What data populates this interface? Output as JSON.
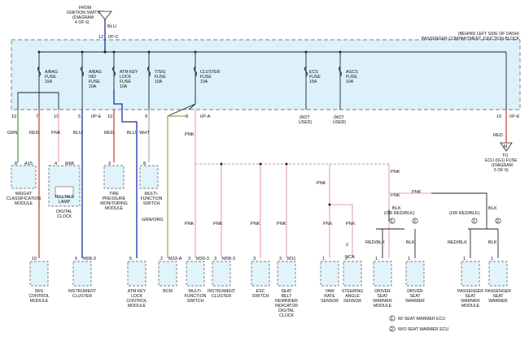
{
  "header": {
    "source_line1": "FROM",
    "source_line2": "IGNITION SWITCH",
    "source_line3": "(DIAGRAM",
    "source_line4": "4 OF 6)",
    "source_wire": "BLU",
    "source_pin": "12",
    "source_conn": "I/P-C",
    "jb_line1": "(BEHIND LEFT SIDE OF DASH)",
    "jb_line2": "PASSENGER COMPARTMENT JUNCTION BLOCK"
  },
  "fuses": [
    {
      "l1": "A/BAG",
      "l2": "FUSE",
      "l3": "15A"
    },
    {
      "l1": "A/BAG",
      "l2": "IND",
      "l3": "FUSE",
      "l4": "10A"
    },
    {
      "l1": "ATM KEY",
      "l2": "LOCK",
      "l3": "FUSE",
      "l4": "10A"
    },
    {
      "l1": "T/SIG",
      "l2": "FUSE",
      "l3": "10A"
    },
    {
      "l1": "CLUSTER",
      "l2": "FUSE",
      "l3": "10A"
    },
    {
      "l1": "ECS",
      "l2": "FUSE",
      "l3": "15A"
    },
    {
      "l1": "AGCS",
      "l2": "FUSE",
      "l3": "10A"
    }
  ],
  "jb_pins": {
    "p10": "10",
    "p7": "7",
    "p19": "19",
    "p5": "5",
    "p10b": "10",
    "p9": "9",
    "p8": "8",
    "conn_e": "I/P-E",
    "conn_a": "I/P-A",
    "p10c": "10",
    "conn_k": "I/P-K",
    "not_used_1": "(NOT",
    "not_used_2": "USED)",
    "not_used_3": "(NOT",
    "not_used_4": "USED)"
  },
  "ecu_ref": {
    "l1": "TO",
    "l2": "ECU (IG1) FUSE",
    "l3": "(DIAGRAM",
    "l4": "5 OF 6)",
    "wire": "RED",
    "flag": "M"
  },
  "wire_colors": {
    "grn": "GRN",
    "red": "RED",
    "pnk": "PNK",
    "blu": "BLU",
    "red2": "RED",
    "blu2": "BLU",
    "wht": "WHT",
    "grn_org": "GRN/ORG",
    "blk": "BLK",
    "blk_or_redblk": "BLK",
    "or_redblk": "(OR RED/BLK)",
    "red_blk": "RED/BLK",
    "ncr": "NCA"
  },
  "upper_components": [
    {
      "pin": "8",
      "conn": "A15",
      "l1": "WEIGHT",
      "l2": "CLASSIFICATION",
      "l3": "MODULE"
    },
    {
      "pin": "4",
      "conn": "M98",
      "l1": "TELLTALE",
      "l2": "LAMP",
      "l3": "DIGITAL",
      "l4": "CLOCK"
    },
    {
      "pin": "3",
      "l1": "TIRE",
      "l2": "PRESSURE",
      "l3": "MONITORING",
      "l4": "MODULE"
    },
    {
      "pin": "8",
      "l1": "MULTI-",
      "l2": "FUNCTION",
      "l3": "SWITCH"
    }
  ],
  "lower_components": [
    {
      "pin": "10",
      "l1": "SRS",
      "l2": "CONTROL",
      "l3": "MODULE"
    },
    {
      "pin": "6",
      "conn": "M08-3",
      "l1": "INSTRUMENT",
      "l2": "CLUSTER"
    },
    {
      "pin": "5",
      "l1": "ATM KEY",
      "l2": "LOCK",
      "l3": "CONTROL",
      "l4": "MODULE"
    },
    {
      "pin": "2",
      "conn": "M33-A",
      "l1": "BCM"
    },
    {
      "pin": "3",
      "conn": "M30-3",
      "l1": "MULTI-",
      "l2": "FUNCTION",
      "l3": "SWITCH"
    },
    {
      "pin": "3",
      "conn": "M08-3",
      "l1": "INSTRUMENT",
      "l2": "CLUSTER"
    },
    {
      "pin": "3",
      "l1": "ESC",
      "l2": "SWITCH"
    },
    {
      "pin": "3",
      "conn": "M11",
      "l1": "SEAT",
      "l2": "BELT",
      "l3": "REMINDER",
      "l4": "INDICATOR",
      "l5": "DIGITAL",
      "l6": "CLOCK"
    },
    {
      "pin": "1",
      "l1": "YAW",
      "l2": "RATE",
      "l3": "SENSOR"
    },
    {
      "pin": "2",
      "l1": "STEERING",
      "l2": "ANGLE",
      "l3": "SENSOR"
    },
    {
      "pin": "1",
      "l1": "DRIVER",
      "l2": "SEAT",
      "l3": "WARMER",
      "l4": "MODULE"
    },
    {
      "pin": "1",
      "l1": "DRIVER",
      "l2": "SEAT",
      "l3": "WARMER"
    },
    {
      "pin": "1",
      "l1": "PASSENGER",
      "l2": "SEAT",
      "l3": "WARMER",
      "l4": "MODULE"
    },
    {
      "pin": "1",
      "l1": "PASSENGER",
      "l2": "SEAT",
      "l3": "WARMER"
    }
  ],
  "steering_pin_top": "2",
  "option_marks": {
    "a1": "1",
    "a2": "2",
    "b1": "1",
    "b2": "2"
  },
  "legend": [
    {
      "num": "1",
      "text": "W/ SEAT WARMER ECU"
    },
    {
      "num": "2",
      "text": "W/O SEAT WARMER ECU"
    }
  ]
}
